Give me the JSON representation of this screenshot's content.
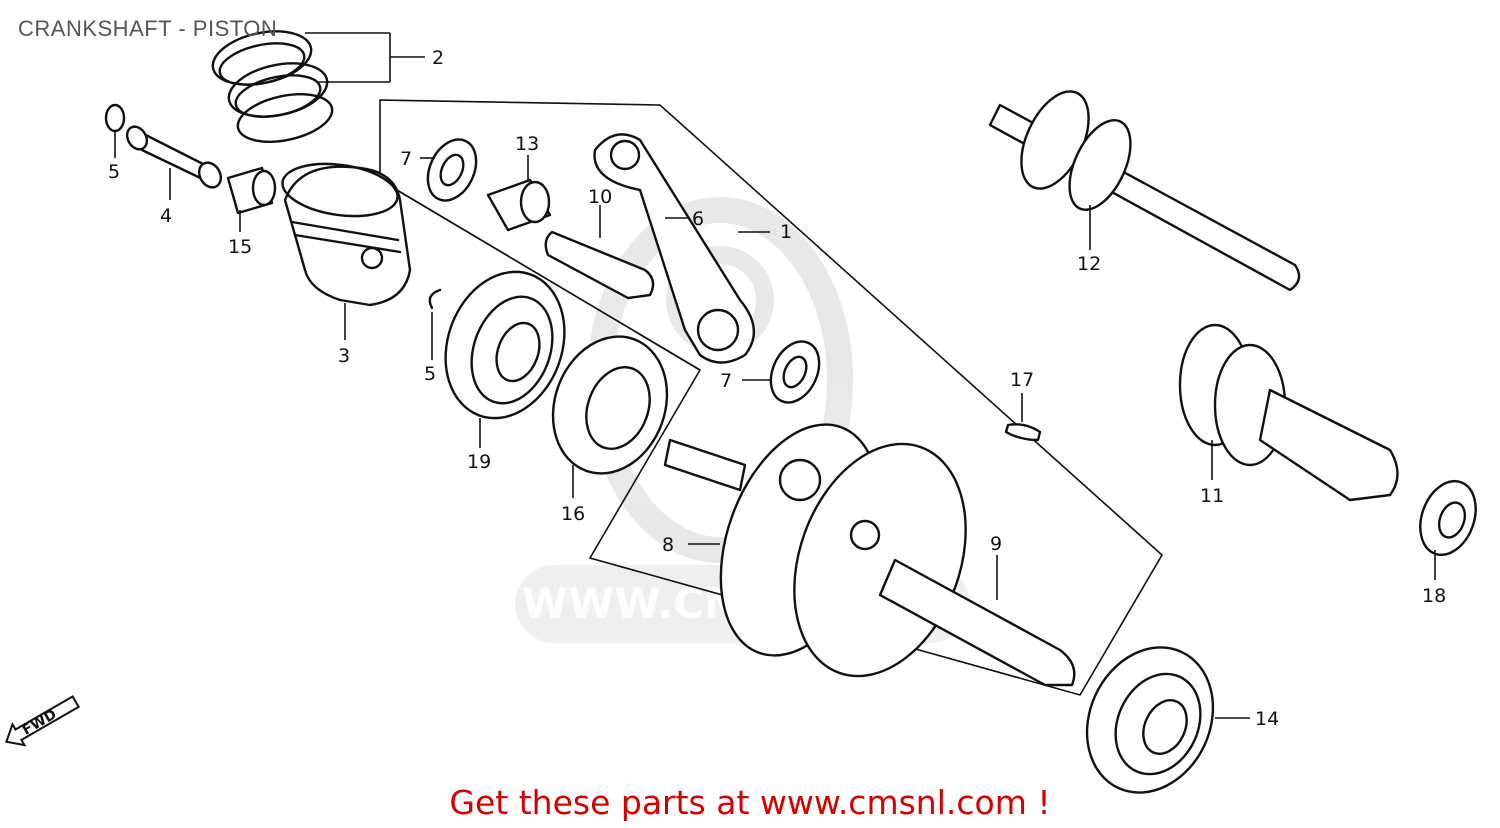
{
  "title": "CRANKSHAFT - PISTON",
  "cta_text": "Get these parts at www.cmsnl.com !",
  "watermark": "WWW.CMSNL.COM",
  "fwd_label": "FWD",
  "colors": {
    "cta": "#d40000",
    "title": "#555555",
    "watermark": "#d6d6d6",
    "ink": "#111111"
  },
  "callouts": [
    {
      "id": "1",
      "label": "1"
    },
    {
      "id": "2",
      "label": "2"
    },
    {
      "id": "3",
      "label": "3"
    },
    {
      "id": "4",
      "label": "4"
    },
    {
      "id": "5a",
      "label": "5"
    },
    {
      "id": "5b",
      "label": "5"
    },
    {
      "id": "6",
      "label": "6"
    },
    {
      "id": "7a",
      "label": "7"
    },
    {
      "id": "7b",
      "label": "7"
    },
    {
      "id": "8",
      "label": "8"
    },
    {
      "id": "9",
      "label": "9"
    },
    {
      "id": "10",
      "label": "10"
    },
    {
      "id": "11",
      "label": "11"
    },
    {
      "id": "12",
      "label": "12"
    },
    {
      "id": "13",
      "label": "13"
    },
    {
      "id": "14",
      "label": "14"
    },
    {
      "id": "15",
      "label": "15"
    },
    {
      "id": "16",
      "label": "16"
    },
    {
      "id": "17",
      "label": "17"
    },
    {
      "id": "18",
      "label": "18"
    },
    {
      "id": "19",
      "label": "19"
    }
  ]
}
